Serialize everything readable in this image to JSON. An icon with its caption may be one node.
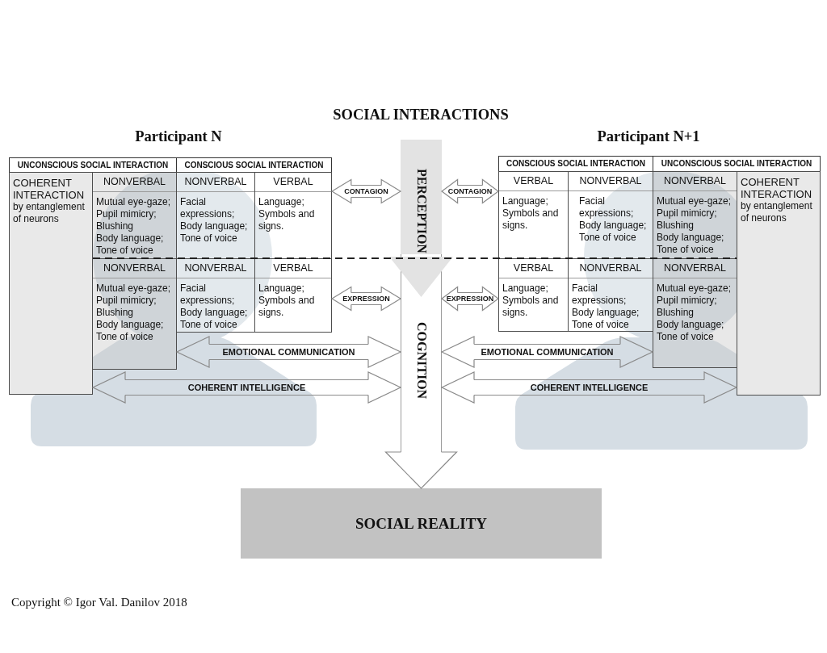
{
  "diagram": {
    "title": "SOCIAL INTERACTIONS",
    "nodes": [
      {
        "text": [
          "UNCONSCIOUS SOCIAL INTERACTION"
        ]
      },
      {
        "text": [
          "CONSCIOUS SOCIAL INTERACTION"
        ]
      },
      {
        "text": [
          "COHERENT INTERACTION",
          "by entanglement of neurons"
        ]
      },
      {
        "text": [
          "NONVERBAL",
          "Mutual eye-gaze;",
          "Pupil mimicry;",
          "Blushing",
          "Body language;",
          "Tone of voice"
        ]
      },
      {
        "text": [
          "NONVERBAL",
          "Facial expressions;",
          "Body language;",
          "Tone of voice"
        ]
      },
      {
        "text": [
          "VERBAL",
          "Language;",
          "Symbols and signs."
        ]
      },
      {
        "text": [
          "NONVERBAL",
          "Mutual eye-gaze;",
          "Pupil mimicry;",
          "Blushing",
          "Body language;",
          "Tone of voice"
        ]
      },
      {
        "text": [
          "NONVERBAL",
          "Facial expressions;",
          "Body language;",
          "Tone of voice"
        ]
      },
      {
        "text": [
          "VERBAL",
          "Language;",
          "Symbols and signs."
        ]
      },
      {
        "text": [
          "PERCEPTION"
        ]
      },
      {
        "text": [
          "COGNITION"
        ]
      },
      {
        "text": [
          "CONSCIOUS SOCIAL INTERACTION"
        ]
      },
      {
        "text": [
          "UNCONSCIOUS SOCIAL INTERACTION"
        ]
      },
      {
        "text": [
          "VERBAL",
          "Language;",
          "Symbols and signs."
        ]
      },
      {
        "text": [
          "NONVERBAL",
          "Facial expressions;",
          "Body language;",
          "Tone of voice"
        ]
      },
      {
        "text": [
          "NONVERBAL",
          "Mutual eye-gaze;",
          "Pupil mimicry;",
          "Blushing",
          "Body language;",
          "Tone of voice"
        ]
      },
      {
        "text": [
          "COHERENT INTERACTION",
          "by entanglement of neurons"
        ]
      },
      {
        "text": [
          "VERBAL",
          "Language;",
          "Symbols and signs."
        ]
      },
      {
        "text": [
          "NONVERBAL",
          "Facial expressions;",
          "Body language;",
          "Tone of voice"
        ]
      },
      {
        "text": [
          "NONVERBAL",
          "Mutual eye-gaze;",
          "Pupil mimicry;",
          "Blushing",
          "Body language;",
          "Tone of voice"
        ]
      },
      {
        "text": [
          "SOCIAL REALITY"
        ]
      }
    ],
    "edges": [
      {
        "from": 5,
        "to": 9,
        "arrow": "both",
        "label": "CONTAGION"
      },
      {
        "from": 9,
        "to": 13,
        "arrow": "both",
        "label": "CONTAGION"
      },
      {
        "from": 8,
        "to": 10,
        "arrow": "both",
        "label": "EXPRESSION"
      },
      {
        "from": 10,
        "to": 17,
        "arrow": "both",
        "label": "EXPRESSION"
      },
      {
        "from": 6,
        "to": 10,
        "arrow": "both",
        "label": "EMOTIONAL COMMUNICATION"
      },
      {
        "from": 10,
        "to": 19,
        "arrow": "both",
        "label": "EMOTIONAL COMMUNICATION"
      },
      {
        "from": 2,
        "to": 10,
        "arrow": "both",
        "label": "COHERENT INTELLIGENCE"
      },
      {
        "from": 10,
        "to": 16,
        "arrow": "both",
        "label": "COHERENT INTELLIGENCE"
      },
      {
        "from": 10,
        "to": 20,
        "arrow": "to"
      }
    ],
    "labels": [
      "Participant N",
      "Participant N+1",
      "Copyright © Igor Val. Danilov 2018"
    ]
  }
}
